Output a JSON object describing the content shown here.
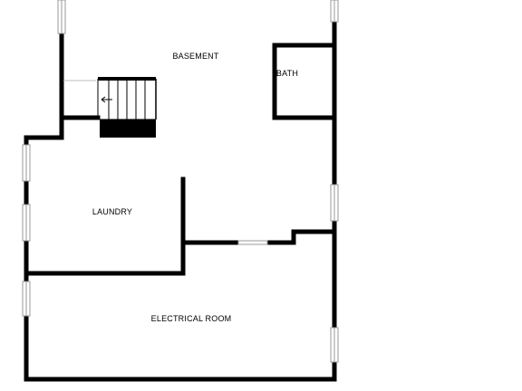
{
  "floor_plan": {
    "rooms": [
      {
        "id": "basement",
        "label": "BASEMENT"
      },
      {
        "id": "bath",
        "label": "BATH"
      },
      {
        "id": "laundry",
        "label": "LAUNDRY"
      },
      {
        "id": "electrical",
        "label": "ELECTRICAL ROOM"
      }
    ],
    "colors": {
      "wall": "#000000",
      "window": "#9a9a9a",
      "background": "#ffffff"
    }
  }
}
